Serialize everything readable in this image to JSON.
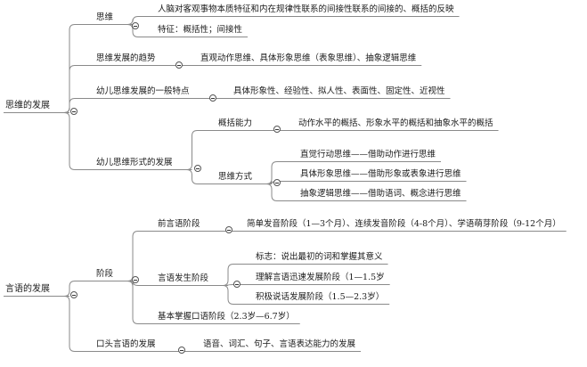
{
  "mindmap": [
    {
      "label": "思维的发展",
      "children": [
        {
          "label": "思维",
          "children": [
            {
              "label": "人脑对客观事物本质特征和内在规律性联系的间接性联系的间接的、概括的反映"
            },
            {
              "label": "特征：概括性；间接性"
            }
          ]
        },
        {
          "label": "思维发展的趋势",
          "children": [
            {
              "label": "直观动作思维、具体形象思维（表象思维）、抽象逻辑思维"
            }
          ]
        },
        {
          "label": "幼儿思维发展的一般特点",
          "children": [
            {
              "label": "具体形象性、经验性、拟人性、表面性、固定性、近视性"
            }
          ]
        },
        {
          "label": "幼儿思维形式的发展",
          "children": [
            {
              "label": "概括能力",
              "children": [
                {
                  "label": "动作水平的概括、形象水平的概括和抽象水平的概括"
                }
              ]
            },
            {
              "label": "思维方式",
              "children": [
                {
                  "label": "直觉行动思维——借助动作进行思维"
                },
                {
                  "label": "具体形象思维——借助形象或表象进行思维"
                },
                {
                  "label": "抽象逻辑思维——借助语词、概念进行思维"
                }
              ]
            }
          ]
        }
      ]
    },
    {
      "label": "言语的发展",
      "children": [
        {
          "label": "阶段",
          "children": [
            {
              "label": "前言语阶段",
              "children": [
                {
                  "label": "简单发音阶段（1—3个月）、连续发音阶段（4-8个月）、学语萌芽阶段（9-12个月）"
                }
              ]
            },
            {
              "label": "言语发生阶段",
              "children": [
                {
                  "label": "标志：说出最初的词和掌握其意义"
                },
                {
                  "label": "理解言语迅速发展阶段（1—1.5岁"
                },
                {
                  "label": "积极说话发展阶段（1.5—2.3岁）"
                }
              ]
            },
            {
              "label": "基本掌握口语阶段（2.3岁—6.7岁）"
            }
          ]
        },
        {
          "label": "口头言语的发展",
          "children": [
            {
              "label": "语音、词汇、句子、言语表达能力的发展"
            }
          ]
        }
      ]
    }
  ],
  "colors": {
    "line": "#8a8a8a",
    "text": "#1a1a1a",
    "toggle_border": "#555555"
  },
  "icons": {
    "collapse": "minus-circle-icon"
  }
}
